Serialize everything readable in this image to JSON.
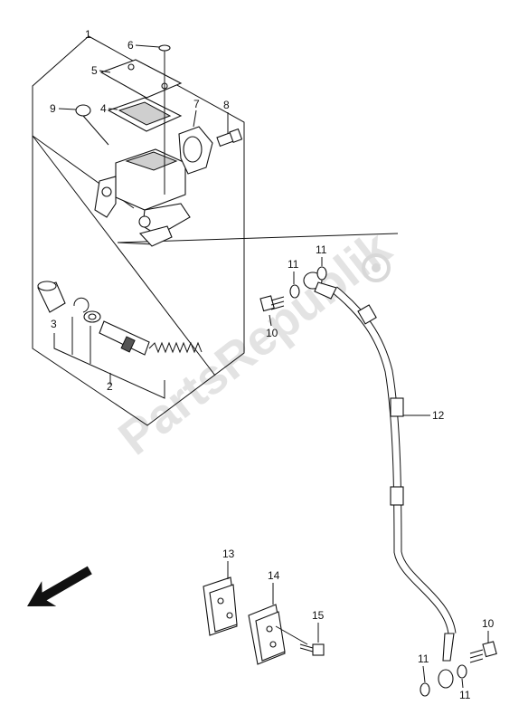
{
  "watermark": "PartsRepublik",
  "callouts": {
    "c1": "1",
    "c2": "2",
    "c3": "3",
    "c4": "4",
    "c5": "5",
    "c6": "6",
    "c7": "7",
    "c8": "8",
    "c9": "9",
    "c10a": "10",
    "c10b": "10",
    "c11a": "11",
    "c11b": "11",
    "c11c": "11",
    "c11d": "11",
    "c12": "12",
    "c13": "13",
    "c14": "14",
    "c15": "15"
  },
  "icons": {
    "front_arrow": "front-direction-arrow-icon",
    "gear": "gear-icon"
  }
}
